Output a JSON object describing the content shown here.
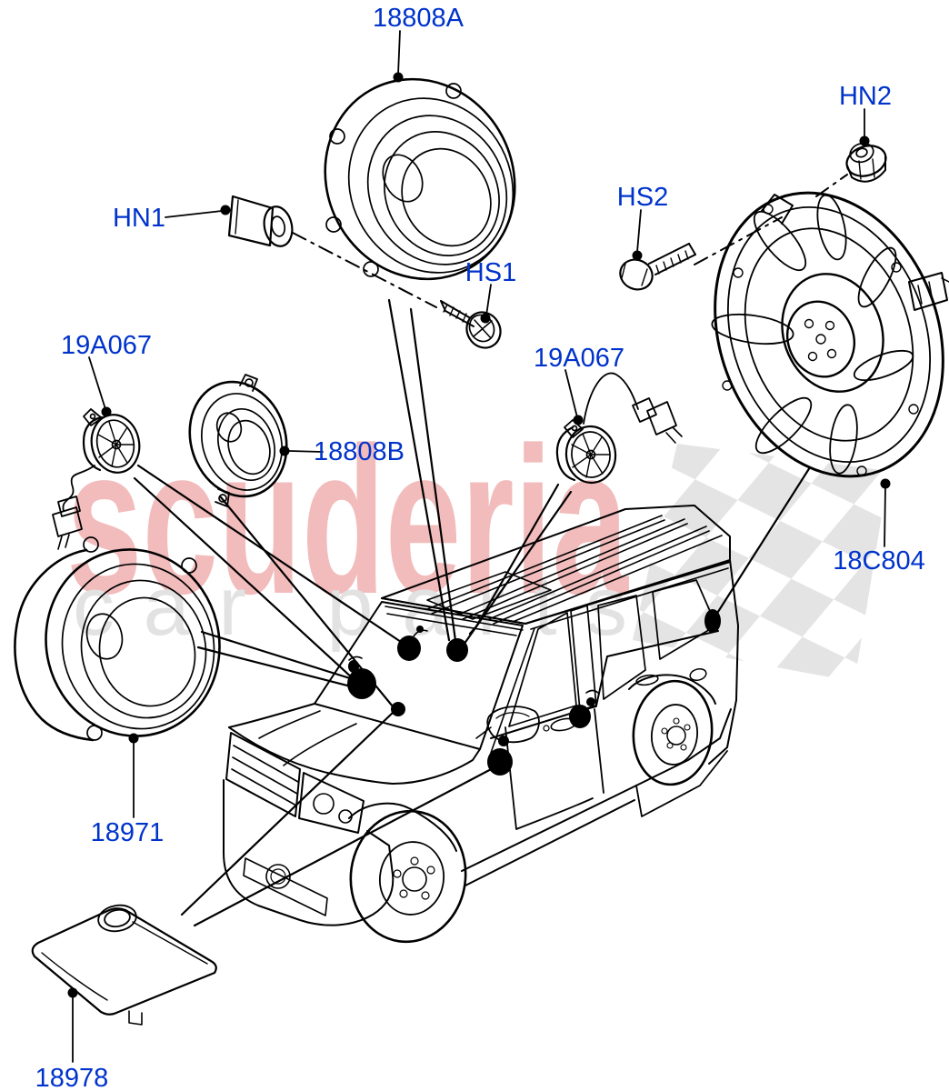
{
  "colors": {
    "line": "#000000",
    "label": "#0033cc",
    "watermark_brand": "#f2bcbc",
    "watermark_tagline": "#e2e2e2",
    "flag_check": "#e4e4e4",
    "background": "#ffffff"
  },
  "watermark": {
    "brand": "scuderia",
    "tagline": "car parts"
  },
  "part_labels": [
    "18808A",
    "HN2",
    "HN1",
    "HS2",
    "HS1",
    "19A067",
    "19A067",
    "18808B",
    "18C804",
    "18971",
    "18978"
  ]
}
